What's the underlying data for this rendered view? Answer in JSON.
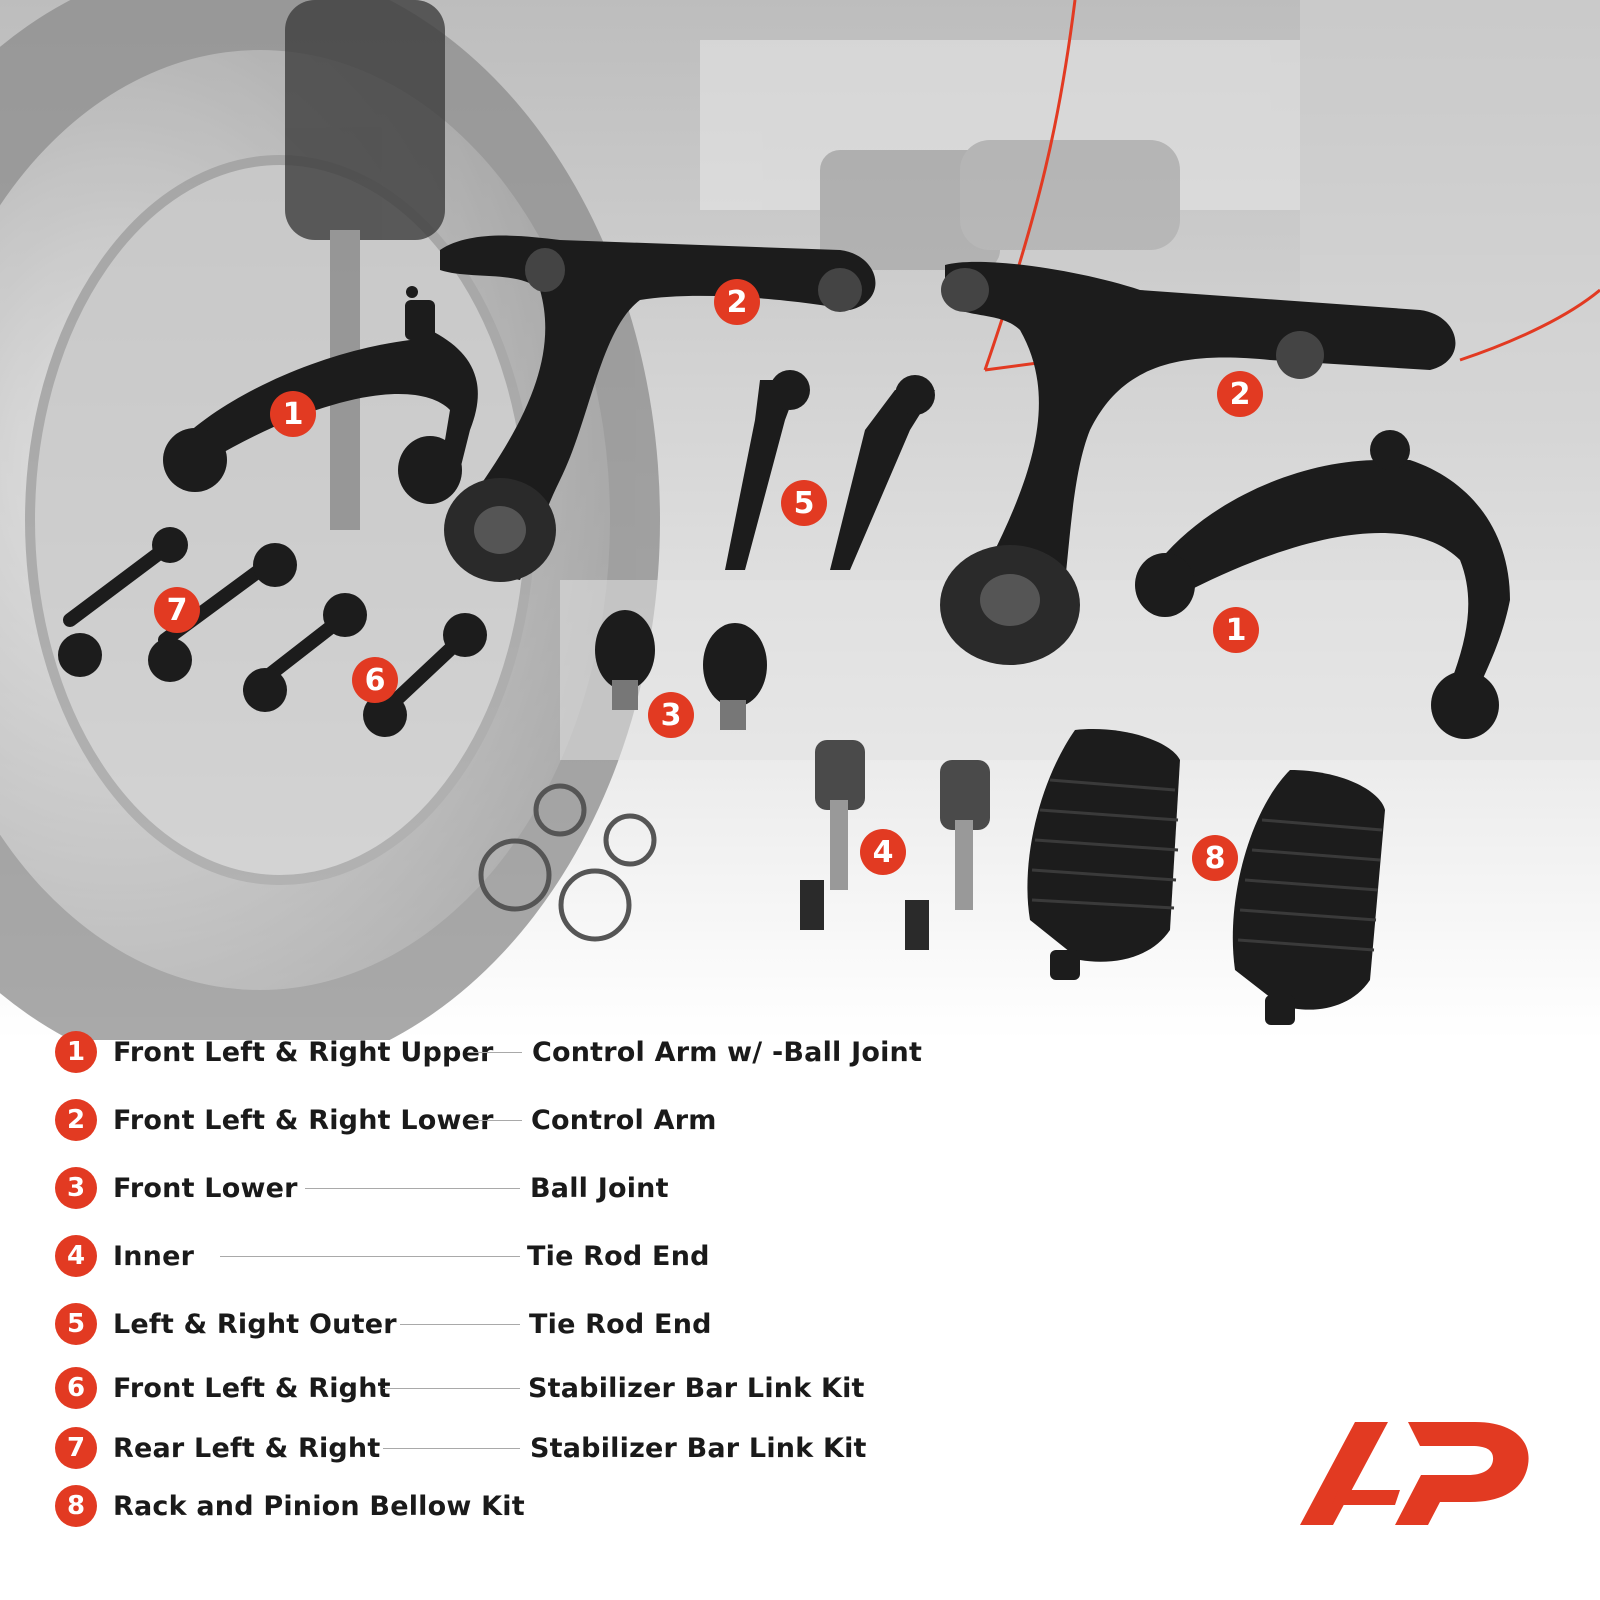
{
  "parts": [
    {
      "num": "1",
      "left": "Front Left  &  Right Upper",
      "right": "Control Arm w/ -Ball Joint"
    },
    {
      "num": "2",
      "left": "Front Left  & Right  Lower",
      "right": "Control Arm"
    },
    {
      "num": "3",
      "left": "Front Lower",
      "right": "Ball Joint"
    },
    {
      "num": "4",
      "left": "Inner",
      "right": "Tie Rod End"
    },
    {
      "num": "5",
      "left": "Left   &  Right Outer",
      "right": "Tie Rod End"
    },
    {
      "num": "6",
      "left": "Front Left  &  Right",
      "right": "Stabilizer Bar Link Kit"
    },
    {
      "num": "7",
      "left": "Rear Left  &  Right",
      "right": "Stabilizer Bar Link Kit"
    },
    {
      "num": "8",
      "left": "Rack and Pinion Bellow Kit",
      "right": ""
    }
  ],
  "badges": [
    "1",
    "2",
    "5",
    "2",
    "1",
    "7",
    "6",
    "3",
    "4",
    "8"
  ],
  "colors": {
    "accent": "#e23a22",
    "text": "#1a1a1a",
    "part": "#1c1c1c",
    "background_photo": "#cfcfcf"
  },
  "logo": {
    "icon": "brand-logo-icon",
    "text": "AP"
  }
}
